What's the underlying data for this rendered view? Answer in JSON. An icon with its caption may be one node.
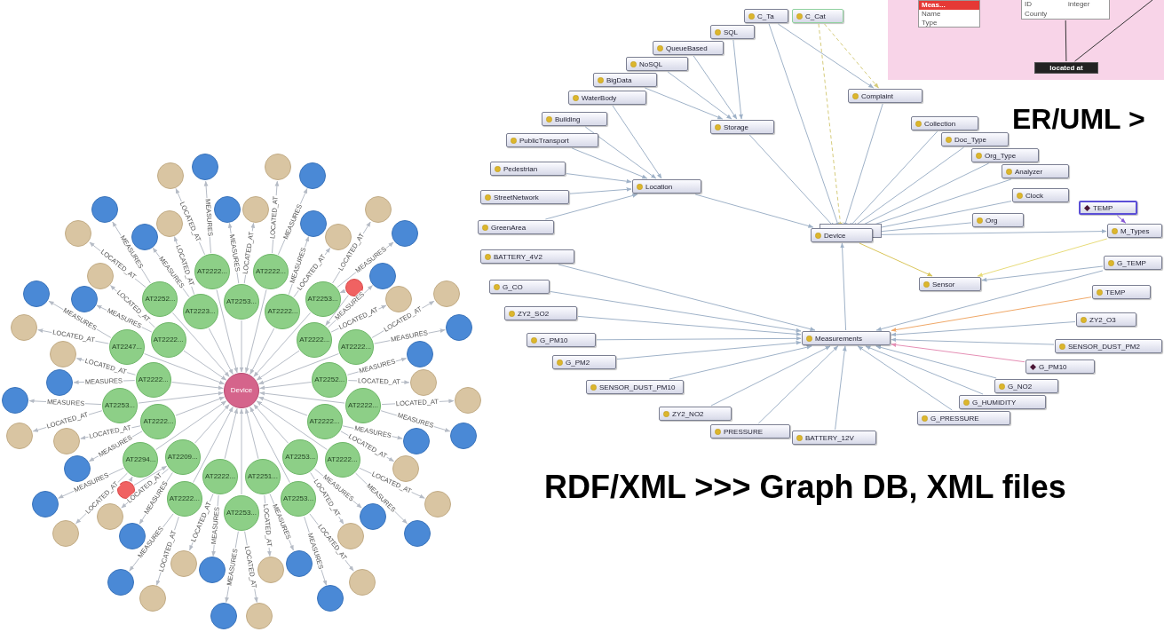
{
  "diagram": {
    "nodes": [
      {
        "text": [
          "Device"
        ]
      },
      {
        "text": [],
        "shape": "circle"
      },
      {
        "text": [
          "AT2253..."
        ]
      },
      {
        "text": [
          "AT2222..."
        ]
      },
      {
        "text": [
          "AT2222..."
        ]
      },
      {
        "text": [
          "AT2253..."
        ]
      },
      {
        "text": [
          "AT2222..."
        ]
      },
      {
        "text": [
          "AT2222..."
        ]
      },
      {
        "text": [
          "AT2252..."
        ]
      },
      {
        "text": [
          "AT2222..."
        ]
      },
      {
        "text": [
          "AT2222..."
        ]
      },
      {
        "text": [
          "AT2222..."
        ]
      },
      {
        "text": [
          "AT2253..."
        ]
      },
      {
        "text": [
          "AT2253..."
        ]
      },
      {
        "text": [
          "AT2251..."
        ]
      },
      {
        "text": [
          "AT2253..."
        ]
      },
      {
        "text": [
          "AT2222..."
        ]
      },
      {
        "text": [
          "AT2222..."
        ]
      },
      {
        "text": [
          "AT2209..."
        ]
      },
      {
        "text": [
          "AT2294..."
        ]
      },
      {
        "text": [
          "AT2222..."
        ]
      },
      {
        "text": [
          "AT2253..."
        ]
      },
      {
        "text": [
          "AT2222..."
        ]
      },
      {
        "text": [
          "AT2247..."
        ]
      },
      {
        "text": [
          "AT2222..."
        ]
      },
      {
        "text": [
          "AT2252..."
        ]
      },
      {
        "text": [
          "AT2223..."
        ]
      },
      {
        "text": [
          "AT2222..."
        ]
      },
      {
        "text": [],
        "shape": "circle"
      },
      {
        "text": [],
        "shape": "circle"
      },
      {
        "text": [],
        "shape": "circle"
      },
      {
        "text": [],
        "shape": "circle"
      },
      {
        "text": [],
        "shape": "circle"
      },
      {
        "text": [],
        "shape": "circle"
      },
      {
        "text": [],
        "shape": "circle"
      },
      {
        "text": [],
        "shape": "circle"
      },
      {
        "text": [],
        "shape": "circle"
      },
      {
        "text": [],
        "shape": "circle"
      },
      {
        "text": [],
        "shape": "circle"
      },
      {
        "text": [],
        "shape": "circle"
      },
      {
        "text": [],
        "shape": "circle"
      },
      {
        "text": [],
        "shape": "circle"
      },
      {
        "text": [],
        "shape": "circle"
      },
      {
        "text": [],
        "shape": "circle"
      },
      {
        "text": [],
        "shape": "circle"
      },
      {
        "text": [],
        "shape": "circle"
      },
      {
        "text": [],
        "shape": "circle"
      },
      {
        "text": [],
        "shape": "circle"
      },
      {
        "text": [],
        "shape": "circle"
      },
      {
        "text": [],
        "shape": "circle"
      },
      {
        "text": [],
        "shape": "circle"
      },
      {
        "text": [],
        "shape": "circle"
      },
      {
        "text": [],
        "shape": "circle"
      },
      {
        "text": [],
        "shape": "circle"
      },
      {
        "text": [],
        "shape": "circle"
      },
      {
        "text": [],
        "shape": "circle"
      },
      {
        "text": [],
        "shape": "circle"
      },
      {
        "text": [],
        "shape": "circle"
      },
      {
        "text": [],
        "shape": "circle"
      },
      {
        "text": [],
        "shape": "circle"
      },
      {
        "text": [],
        "shape": "circle"
      },
      {
        "text": [],
        "shape": "circle"
      },
      {
        "text": [],
        "shape": "circle"
      },
      {
        "text": [],
        "shape": "circle"
      },
      {
        "text": [],
        "shape": "circle"
      },
      {
        "text": [],
        "shape": "circle"
      },
      {
        "text": [],
        "shape": "circle"
      },
      {
        "text": [],
        "shape": "circle"
      },
      {
        "text": [],
        "shape": "circle"
      },
      {
        "text": [],
        "shape": "circle"
      },
      {
        "text": [],
        "shape": "circle"
      },
      {
        "text": [],
        "shape": "circle"
      },
      {
        "text": [],
        "shape": "circle"
      },
      {
        "text": [],
        "shape": "circle"
      },
      {
        "text": [],
        "shape": "circle"
      },
      {
        "text": [],
        "shape": "circle"
      },
      {
        "text": [],
        "shape": "circle"
      },
      {
        "text": [],
        "shape": "circle"
      },
      {
        "text": [],
        "shape": "circle"
      },
      {
        "text": [],
        "shape": "circle"
      },
      {
        "text": [],
        "shape": "circle"
      },
      {
        "text": [
          "C_Ta"
        ]
      },
      {
        "text": [
          "C_Cat"
        ]
      },
      {
        "text": [
          "SQL"
        ]
      },
      {
        "text": [
          "QueueBased"
        ]
      },
      {
        "text": [
          "NoSQL"
        ]
      },
      {
        "text": [
          "BigData"
        ]
      },
      {
        "text": [
          "WaterBody"
        ]
      },
      {
        "text": [
          "Building"
        ]
      },
      {
        "text": [
          "PublicTransport"
        ]
      },
      {
        "text": [
          "Pedestrian"
        ]
      },
      {
        "text": [
          "StreetNetwork"
        ]
      },
      {
        "text": [
          "GreenArea"
        ]
      },
      {
        "text": [
          "BATTERY_4V2"
        ]
      },
      {
        "text": [
          "G_CO"
        ]
      },
      {
        "text": [
          "ZY2_SO2"
        ]
      },
      {
        "text": [
          "G_PM10"
        ]
      },
      {
        "text": [
          "G_PM2"
        ]
      },
      {
        "text": [
          "SENSOR_DUST_PM10"
        ]
      },
      {
        "text": [
          "ZY2_NO2"
        ]
      },
      {
        "text": [
          "PRESSURE"
        ]
      },
      {
        "text": [
          "BATTERY_12V"
        ]
      },
      {
        "text": [
          "G_PRESSURE"
        ]
      },
      {
        "text": [
          "G_HUMIDITY"
        ]
      },
      {
        "text": [
          "G_NO2"
        ]
      },
      {
        "text": [
          "G_PM10"
        ]
      },
      {
        "text": [
          "SENSOR_DUST_PM2"
        ]
      },
      {
        "text": [
          "ZY2_O3"
        ]
      },
      {
        "text": [
          "TEMP"
        ]
      },
      {
        "text": [
          "G_TEMP"
        ]
      },
      {
        "text": [
          "M_Types"
        ]
      },
      {
        "text": [
          "TEMP"
        ]
      },
      {
        "text": [
          "Clock"
        ]
      },
      {
        "text": [
          "Org"
        ]
      },
      {
        "text": [
          "Collection"
        ]
      },
      {
        "text": [
          "Doc_Type"
        ]
      },
      {
        "text": [
          "Org_Type"
        ]
      },
      {
        "text": [
          "Analyzer"
        ]
      },
      {
        "text": [
          "Complaint"
        ]
      },
      {
        "text": [
          "Storage"
        ]
      },
      {
        "text": [
          "Location"
        ]
      },
      {
        "text": [
          "Device"
        ]
      },
      {
        "text": [
          "Sensor"
        ]
      },
      {
        "text": [
          "Measurements"
        ]
      },
      {
        "text": [
          "Meas...",
          "Name",
          "Type"
        ]
      },
      {
        "text": [
          "ID",
          "integer",
          "County"
        ]
      },
      {
        "text": [
          "located at"
        ]
      }
    ],
    "edges": [
      {
        "from": 2,
        "to": 0,
        "arrow": "to"
      },
      {
        "from": 3,
        "to": 0,
        "arrow": "to"
      },
      {
        "from": 4,
        "to": 0,
        "arrow": "to"
      },
      {
        "from": 5,
        "to": 0,
        "arrow": "to"
      },
      {
        "from": 6,
        "to": 0,
        "arrow": "to"
      },
      {
        "from": 7,
        "to": 0,
        "arrow": "to"
      },
      {
        "from": 8,
        "to": 0,
        "arrow": "to"
      },
      {
        "from": 9,
        "to": 0,
        "arrow": "to"
      },
      {
        "from": 10,
        "to": 0,
        "arrow": "to"
      },
      {
        "from": 11,
        "to": 0,
        "arrow": "to"
      },
      {
        "from": 12,
        "to": 0,
        "arrow": "to"
      },
      {
        "from": 13,
        "to": 0,
        "arrow": "to"
      },
      {
        "from": 14,
        "to": 0,
        "arrow": "to"
      },
      {
        "from": 15,
        "to": 0,
        "arrow": "to"
      },
      {
        "from": 16,
        "to": 0,
        "arrow": "to"
      },
      {
        "from": 17,
        "to": 0,
        "arrow": "to"
      },
      {
        "from": 18,
        "to": 0,
        "arrow": "to"
      },
      {
        "from": 19,
        "to": 0,
        "arrow": "to"
      },
      {
        "from": 20,
        "to": 0,
        "arrow": "to"
      },
      {
        "from": 21,
        "to": 0,
        "arrow": "to"
      },
      {
        "from": 22,
        "to": 0,
        "arrow": "to"
      },
      {
        "from": 23,
        "to": 0,
        "arrow": "to"
      },
      {
        "from": 24,
        "to": 0,
        "arrow": "to"
      },
      {
        "from": 25,
        "to": 0,
        "arrow": "to"
      },
      {
        "from": 26,
        "to": 0,
        "arrow": "to"
      },
      {
        "from": 27,
        "to": 0,
        "arrow": "to"
      },
      {
        "from": 1,
        "to": 5,
        "arrow": "to"
      },
      {
        "from": 1,
        "to": 6,
        "arrow": "to"
      },
      {
        "from": 28,
        "to": 18,
        "arrow": "to"
      },
      {
        "from": 28,
        "to": 19,
        "arrow": "to"
      },
      {
        "from": 2,
        "to": 29,
        "arrow": "to",
        "label": "MEASURES"
      },
      {
        "from": 2,
        "to": 30,
        "arrow": "to",
        "label": "LOCATED_AT"
      },
      {
        "from": 3,
        "to": 31,
        "arrow": "to",
        "label": "LOCATED_AT"
      },
      {
        "from": 3,
        "to": 32,
        "arrow": "to",
        "label": "MEASURES"
      },
      {
        "from": 4,
        "to": 33,
        "arrow": "to",
        "label": "MEASURES"
      },
      {
        "from": 4,
        "to": 34,
        "arrow": "to",
        "label": "LOCATED_AT"
      },
      {
        "from": 5,
        "to": 35,
        "arrow": "to",
        "label": "LOCATED_AT"
      },
      {
        "from": 5,
        "to": 36,
        "arrow": "to",
        "label": "MEASURES"
      },
      {
        "from": 6,
        "to": 37,
        "arrow": "to",
        "label": "MEASURES"
      },
      {
        "from": 6,
        "to": 38,
        "arrow": "to",
        "label": "LOCATED_AT"
      },
      {
        "from": 7,
        "to": 39,
        "arrow": "to",
        "label": "LOCATED_AT"
      },
      {
        "from": 7,
        "to": 40,
        "arrow": "to",
        "label": "MEASURES"
      },
      {
        "from": 8,
        "to": 41,
        "arrow": "to",
        "label": "MEASURES"
      },
      {
        "from": 8,
        "to": 42,
        "arrow": "to",
        "label": "LOCATED_AT"
      },
      {
        "from": 9,
        "to": 43,
        "arrow": "to",
        "label": "LOCATED_AT"
      },
      {
        "from": 9,
        "to": 44,
        "arrow": "to",
        "label": "MEASURES"
      },
      {
        "from": 10,
        "to": 45,
        "arrow": "to",
        "label": "MEASURES"
      },
      {
        "from": 10,
        "to": 46,
        "arrow": "to",
        "label": "LOCATED_AT"
      },
      {
        "from": 11,
        "to": 47,
        "arrow": "to",
        "label": "LOCATED_AT"
      },
      {
        "from": 11,
        "to": 48,
        "arrow": "to",
        "label": "MEASURES"
      },
      {
        "from": 12,
        "to": 49,
        "arrow": "to",
        "label": "MEASURES"
      },
      {
        "from": 12,
        "to": 50,
        "arrow": "to",
        "label": "LOCATED_AT"
      },
      {
        "from": 13,
        "to": 51,
        "arrow": "to",
        "label": "LOCATED_AT"
      },
      {
        "from": 13,
        "to": 52,
        "arrow": "to",
        "label": "MEASURES"
      },
      {
        "from": 14,
        "to": 53,
        "arrow": "to",
        "label": "MEASURES"
      },
      {
        "from": 14,
        "to": 54,
        "arrow": "to",
        "label": "LOCATED_AT"
      },
      {
        "from": 15,
        "to": 55,
        "arrow": "to",
        "label": "LOCATED_AT"
      },
      {
        "from": 15,
        "to": 56,
        "arrow": "to",
        "label": "MEASURES"
      },
      {
        "from": 16,
        "to": 57,
        "arrow": "to",
        "label": "MEASURES"
      },
      {
        "from": 16,
        "to": 58,
        "arrow": "to",
        "label": "LOCATED_AT"
      },
      {
        "from": 17,
        "to": 59,
        "arrow": "to",
        "label": "LOCATED_AT"
      },
      {
        "from": 17,
        "to": 60,
        "arrow": "to",
        "label": "MEASURES"
      },
      {
        "from": 18,
        "to": 61,
        "arrow": "to",
        "label": "MEASURES"
      },
      {
        "from": 18,
        "to": 62,
        "arrow": "to",
        "label": "LOCATED_AT"
      },
      {
        "from": 19,
        "to": 63,
        "arrow": "to",
        "label": "LOCATED_AT"
      },
      {
        "from": 19,
        "to": 64,
        "arrow": "to",
        "label": "MEASURES"
      },
      {
        "from": 20,
        "to": 65,
        "arrow": "to",
        "label": "MEASURES"
      },
      {
        "from": 20,
        "to": 66,
        "arrow": "to",
        "label": "LOCATED_AT"
      },
      {
        "from": 21,
        "to": 67,
        "arrow": "to",
        "label": "LOCATED_AT"
      },
      {
        "from": 21,
        "to": 68,
        "arrow": "to",
        "label": "MEASURES"
      },
      {
        "from": 22,
        "to": 69,
        "arrow": "to",
        "label": "MEASURES"
      },
      {
        "from": 22,
        "to": 70,
        "arrow": "to",
        "label": "LOCATED_AT"
      },
      {
        "from": 23,
        "to": 71,
        "arrow": "to",
        "label": "LOCATED_AT"
      },
      {
        "from": 23,
        "to": 72,
        "arrow": "to",
        "label": "MEASURES"
      },
      {
        "from": 24,
        "to": 73,
        "arrow": "to",
        "label": "MEASURES"
      },
      {
        "from": 24,
        "to": 74,
        "arrow": "to",
        "label": "LOCATED_AT"
      },
      {
        "from": 25,
        "to": 75,
        "arrow": "to",
        "label": "LOCATED_AT"
      },
      {
        "from": 25,
        "to": 76,
        "arrow": "to",
        "label": "MEASURES"
      },
      {
        "from": 26,
        "to": 77,
        "arrow": "to",
        "label": "MEASURES"
      },
      {
        "from": 26,
        "to": 78,
        "arrow": "to",
        "label": "LOCATED_AT"
      },
      {
        "from": 27,
        "to": 79,
        "arrow": "to",
        "label": "LOCATED_AT"
      },
      {
        "from": 27,
        "to": 80,
        "arrow": "to",
        "label": "MEASURES"
      },
      {
        "from": 87,
        "to": 120,
        "arrow": "to"
      },
      {
        "from": 88,
        "to": 120,
        "arrow": "to"
      },
      {
        "from": 89,
        "to": 120,
        "arrow": "to"
      },
      {
        "from": 90,
        "to": 120,
        "arrow": "to"
      },
      {
        "from": 91,
        "to": 120,
        "arrow": "to"
      },
      {
        "from": 92,
        "to": 120,
        "arrow": "to"
      },
      {
        "from": 83,
        "to": 119,
        "arrow": "to"
      },
      {
        "from": 84,
        "to": 119,
        "arrow": "to"
      },
      {
        "from": 85,
        "to": 119,
        "arrow": "to"
      },
      {
        "from": 86,
        "to": 119,
        "arrow": "to"
      },
      {
        "from": 120,
        "to": 121,
        "arrow": "to"
      },
      {
        "from": 119,
        "to": 121,
        "arrow": "to"
      },
      {
        "from": 118,
        "to": 121,
        "arrow": "to"
      },
      {
        "from": 81,
        "to": 118,
        "arrow": "to"
      },
      {
        "from": 81,
        "to": 121,
        "arrow": "to"
      },
      {
        "from": 82,
        "to": 118,
        "arrow": "to",
        "style": "dashed",
        "color": "#d6cc7c"
      },
      {
        "from": 82,
        "to": 121,
        "arrow": "to",
        "style": "dashed",
        "color": "#d6cc7c"
      },
      {
        "from": 114,
        "to": 121,
        "arrow": "to"
      },
      {
        "from": 115,
        "to": 121,
        "arrow": "to"
      },
      {
        "from": 116,
        "to": 121,
        "arrow": "to"
      },
      {
        "from": 117,
        "to": 121,
        "arrow": "to"
      },
      {
        "from": 112,
        "to": 121,
        "arrow": "to"
      },
      {
        "from": 113,
        "to": 121,
        "arrow": "to"
      },
      {
        "from": 121,
        "to": 122,
        "arrow": "to",
        "color": "#d9c55a"
      },
      {
        "from": 123,
        "to": 121,
        "arrow": "to"
      },
      {
        "from": 93,
        "to": 123,
        "arrow": "to"
      },
      {
        "from": 94,
        "to": 123,
        "arrow": "to"
      },
      {
        "from": 95,
        "to": 123,
        "arrow": "to"
      },
      {
        "from": 96,
        "to": 123,
        "arrow": "to"
      },
      {
        "from": 97,
        "to": 123,
        "arrow": "to"
      },
      {
        "from": 98,
        "to": 123,
        "arrow": "to"
      },
      {
        "from": 99,
        "to": 123,
        "arrow": "to"
      },
      {
        "from": 100,
        "to": 123,
        "arrow": "to"
      },
      {
        "from": 101,
        "to": 123,
        "arrow": "to"
      },
      {
        "from": 102,
        "to": 123,
        "arrow": "to"
      },
      {
        "from": 103,
        "to": 123,
        "arrow": "to"
      },
      {
        "from": 104,
        "to": 123,
        "arrow": "to"
      },
      {
        "from": 105,
        "to": 123,
        "arrow": "to",
        "color": "#e58fb5"
      },
      {
        "from": 106,
        "to": 123,
        "arrow": "to"
      },
      {
        "from": 107,
        "to": 123,
        "arrow": "to"
      },
      {
        "from": 108,
        "to": 123,
        "arrow": "to",
        "color": "#f0a868"
      },
      {
        "from": 109,
        "to": 123,
        "arrow": "to"
      },
      {
        "from": 109,
        "to": 122,
        "arrow": "to"
      },
      {
        "from": 110,
        "to": 122,
        "arrow": "to",
        "color": "#e8dc7a"
      },
      {
        "from": 121,
        "to": 110,
        "arrow": "to"
      },
      {
        "from": 111,
        "to": 110,
        "arrow": "to",
        "color": "#8a5cd6"
      },
      {
        "from": 125,
        "to": 126,
        "arrow": "none",
        "color": "#333333"
      },
      {
        "from": null,
        "to": 126,
        "arrow": "none",
        "color": "#333333"
      }
    ],
    "labels": [
      "ER/UML >",
      "RDF/XML >>> Graph DB, XML files"
    ]
  }
}
